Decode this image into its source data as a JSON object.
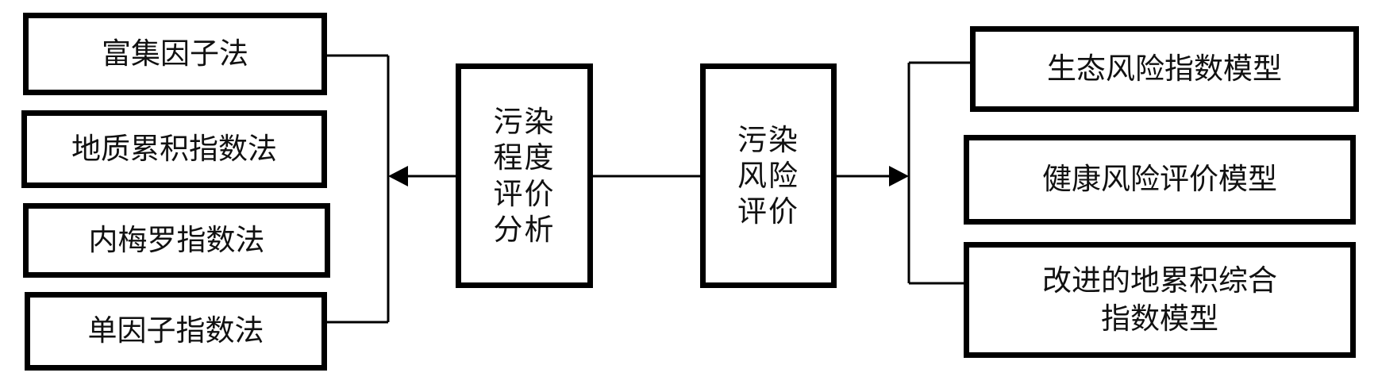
{
  "left_methods": [
    {
      "label": "富集因子法"
    },
    {
      "label": "地质累积指数法"
    },
    {
      "label": "内梅罗指数法"
    },
    {
      "label": "单因子指数法"
    }
  ],
  "center": {
    "pollution_degree": "污染程度评价分析",
    "pollution_risk": "污染风险评价"
  },
  "right_models": [
    {
      "label": "生态风险指数模型"
    },
    {
      "label": "健康风险评价模型"
    },
    {
      "label": "改进的地累积综合\n指数模型"
    }
  ]
}
